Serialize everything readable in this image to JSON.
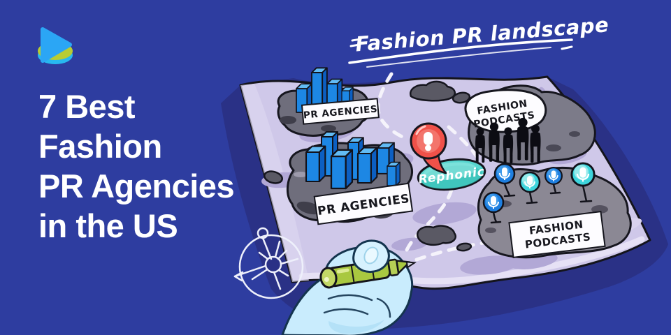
{
  "page": {
    "kind": "blog-cover-illustration"
  },
  "colors": {
    "background": "#2e3da0",
    "map_shadow": "#2a3186",
    "paper": "#cfc8e9",
    "paper_blob": "#b2a8d6",
    "rock_dark": "#6f6e7c",
    "rock_light": "#8b8894",
    "building_blue": "#1d87e4",
    "pin_red": "#f05149",
    "brand_teal": "#57d6cf",
    "mic_pin_blue": "#1e7fe0",
    "mic_pin_cyan": "#3ed4dc",
    "hand": "#c9ecfd",
    "pen_green": "#a9c840",
    "headline_text": "#ffffff"
  },
  "logo": {
    "name": "play-button-logo"
  },
  "headline": {
    "lines": [
      "7 Best",
      "Fashion",
      "PR Agencies",
      "in the US"
    ]
  },
  "script_title": {
    "text": "Fashion PR landscape"
  },
  "map": {
    "labels": {
      "agencies_top": "PR AGENCIES",
      "agencies_main": "PR AGENCIES",
      "podcasts_bubble_line1": "FASHION",
      "podcasts_bubble_line2": "PODCASTS",
      "podcasts_sign_line1": "FASHION",
      "podcasts_sign_line2": "PODCASTS",
      "brand": "Rephonic"
    },
    "icons": [
      "location-pin-icon",
      "microphone-icon",
      "people-icon",
      "compass-icon",
      "buildings-icon",
      "dashed-route",
      "hand-with-pen-icon"
    ]
  }
}
